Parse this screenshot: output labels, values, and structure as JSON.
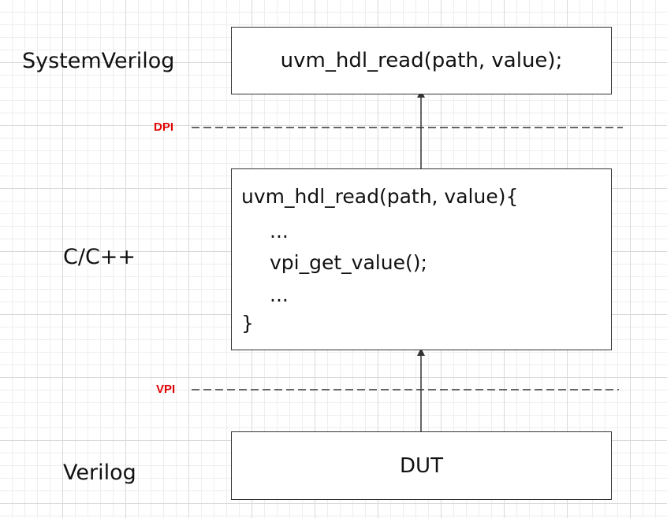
{
  "layers": {
    "systemverilog": "SystemVerilog",
    "cpp": "C/C++",
    "verilog": "Verilog"
  },
  "interfaces": {
    "dpi": "DPI",
    "vpi": "VPI"
  },
  "boxes": {
    "sv_call": "uvm_hdl_read(path, value);",
    "c_impl": {
      "lines": [
        "uvm_hdl_read(path, value){",
        "...",
        "vpi_get_value();",
        "...",
        "}"
      ]
    },
    "dut": "DUT"
  },
  "colors": {
    "interface_label": "#e00000",
    "line": "#333333",
    "grid_major": "#d9d9d9",
    "grid_minor": "#eeeeee"
  }
}
